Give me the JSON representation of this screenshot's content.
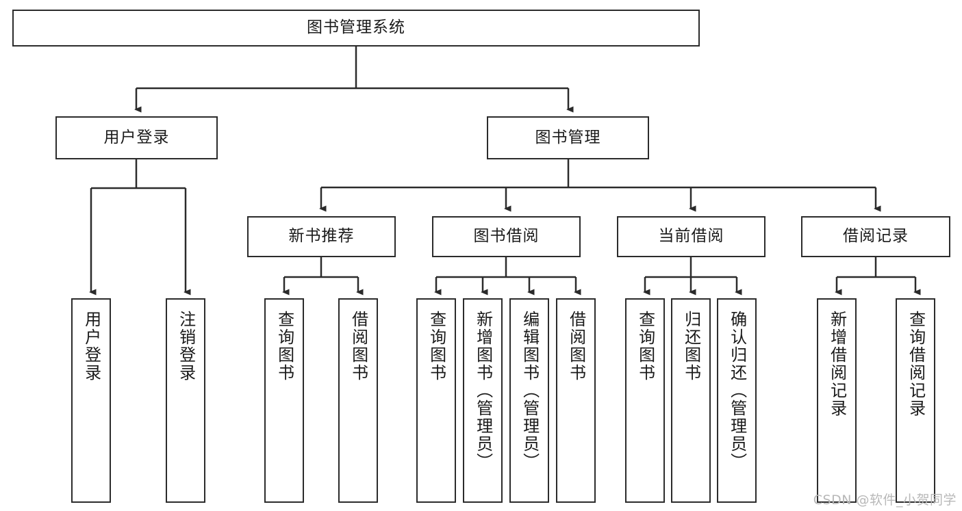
{
  "diagram": {
    "title": "图书管理系统",
    "watermark": "CSDN @软件_小贺同学",
    "colors": {
      "stroke": "#2b2b2b",
      "box_fill": "#ffffff",
      "text": "#1a1a1a",
      "watermark": "#b8b8b8",
      "background": "#ffffff"
    },
    "nodes": {
      "root": {
        "label": "图书管理系统"
      },
      "level2": [
        {
          "label": "用户登录"
        },
        {
          "label": "图书管理"
        }
      ],
      "level3": [
        {
          "label": "新书推荐"
        },
        {
          "label": "图书借阅"
        },
        {
          "label": "当前借阅"
        },
        {
          "label": "借阅记录"
        }
      ],
      "leaves": {
        "user_login": [
          {
            "label": "用户登录"
          },
          {
            "label": "注销登录"
          }
        ],
        "new_book_recommend": [
          {
            "label": "查询图书"
          },
          {
            "label": "借阅图书"
          }
        ],
        "book_borrow": [
          {
            "label": "查询图书"
          },
          {
            "label": "新增图书（管理员）"
          },
          {
            "label": "编辑图书（管理员）"
          },
          {
            "label": "借阅图书"
          }
        ],
        "current_borrow": [
          {
            "label": "查询图书"
          },
          {
            "label": "归还图书"
          },
          {
            "label": "确认归还（管理员）"
          }
        ],
        "borrow_records": [
          {
            "label": "新增借阅记录"
          },
          {
            "label": "查询借阅记录"
          }
        ]
      }
    }
  }
}
